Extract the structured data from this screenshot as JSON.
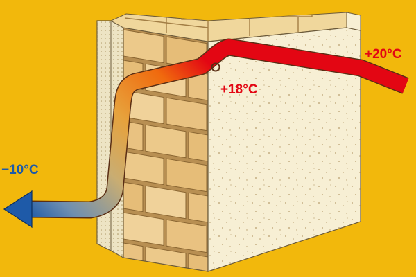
{
  "labels": {
    "outside_temp": "−10°C",
    "inner_surface_temp": "+18°C",
    "room_temp": "+20°C"
  },
  "colors": {
    "background": "#f2b80c",
    "warm": "#e30613",
    "cold": "#1e5aa8",
    "plaster": "#f7efd4",
    "brick": "#ecc98a",
    "mortar": "#b88f52",
    "insulation": "#ede4c4"
  },
  "arrow_temperature_sequence_c": [
    20,
    18,
    -10
  ]
}
